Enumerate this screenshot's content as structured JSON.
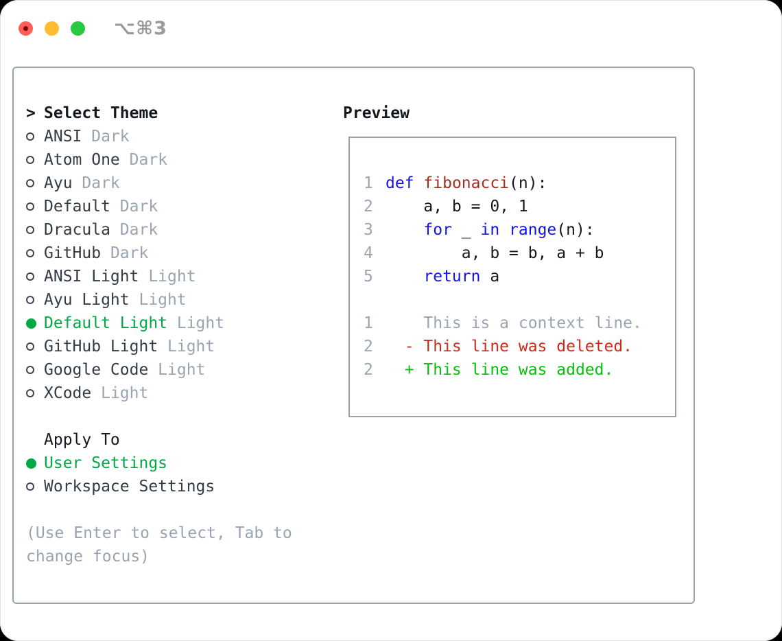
{
  "titlebar": {
    "shortcut": "⌥⌘3"
  },
  "theme_picker": {
    "prompt": ">",
    "title": "Select Theme",
    "items": [
      {
        "name": "ANSI",
        "variant": "Dark",
        "selected": false
      },
      {
        "name": "Atom One",
        "variant": "Dark",
        "selected": false
      },
      {
        "name": "Ayu",
        "variant": "Dark",
        "selected": false
      },
      {
        "name": "Default",
        "variant": "Dark",
        "selected": false
      },
      {
        "name": "Dracula",
        "variant": "Dark",
        "selected": false
      },
      {
        "name": "GitHub",
        "variant": "Dark",
        "selected": false
      },
      {
        "name": "ANSI Light",
        "variant": "Light",
        "selected": false
      },
      {
        "name": "Ayu Light",
        "variant": "Light",
        "selected": false
      },
      {
        "name": "Default Light",
        "variant": "Light",
        "selected": true
      },
      {
        "name": "GitHub Light",
        "variant": "Light",
        "selected": false
      },
      {
        "name": "Google Code",
        "variant": "Light",
        "selected": false
      },
      {
        "name": "XCode",
        "variant": "Light",
        "selected": false
      }
    ]
  },
  "apply_to": {
    "title": "Apply To",
    "options": [
      {
        "label": "User Settings",
        "selected": true
      },
      {
        "label": "Workspace Settings",
        "selected": false
      }
    ]
  },
  "hint": "(Use Enter to select, Tab to change focus)",
  "preview": {
    "title": "Preview",
    "code_lines": [
      {
        "num": "1",
        "segments": [
          {
            "t": "def",
            "c": "kw"
          },
          {
            "t": " ",
            "c": "plain"
          },
          {
            "t": "fibonacci",
            "c": "fn"
          },
          {
            "t": "(n):",
            "c": "plain"
          }
        ]
      },
      {
        "num": "2",
        "segments": [
          {
            "t": "    a, b = 0, 1",
            "c": "plain"
          }
        ]
      },
      {
        "num": "3",
        "segments": [
          {
            "t": "    ",
            "c": "plain"
          },
          {
            "t": "for",
            "c": "kw"
          },
          {
            "t": " _ ",
            "c": "plain"
          },
          {
            "t": "in",
            "c": "kw"
          },
          {
            "t": " ",
            "c": "plain"
          },
          {
            "t": "range",
            "c": "kw"
          },
          {
            "t": "(n):",
            "c": "plain"
          }
        ]
      },
      {
        "num": "4",
        "segments": [
          {
            "t": "        a, b = b, a + b",
            "c": "plain"
          }
        ]
      },
      {
        "num": "5",
        "segments": [
          {
            "t": "    ",
            "c": "plain"
          },
          {
            "t": "return",
            "c": "kw"
          },
          {
            "t": " a",
            "c": "plain"
          }
        ]
      }
    ],
    "diff_lines": [
      {
        "num": "1",
        "text": "    This is a context line.",
        "type": "context"
      },
      {
        "num": "2",
        "text": "  - This line was deleted.",
        "type": "deleted"
      },
      {
        "num": "2",
        "text": "  + This line was added.",
        "type": "added"
      }
    ]
  },
  "colors": {
    "green": "#00a944",
    "green-bright": "#07bf0c",
    "red": "#cb2b19",
    "func": "#a52e20",
    "kw": "#1414e8",
    "border": "#99a2ad",
    "muted": "#9aa4b0",
    "ink": "#14181c",
    "tl-red": "#ff5f57",
    "tl-yellow": "#febc2e",
    "tl-green": "#28c840"
  }
}
